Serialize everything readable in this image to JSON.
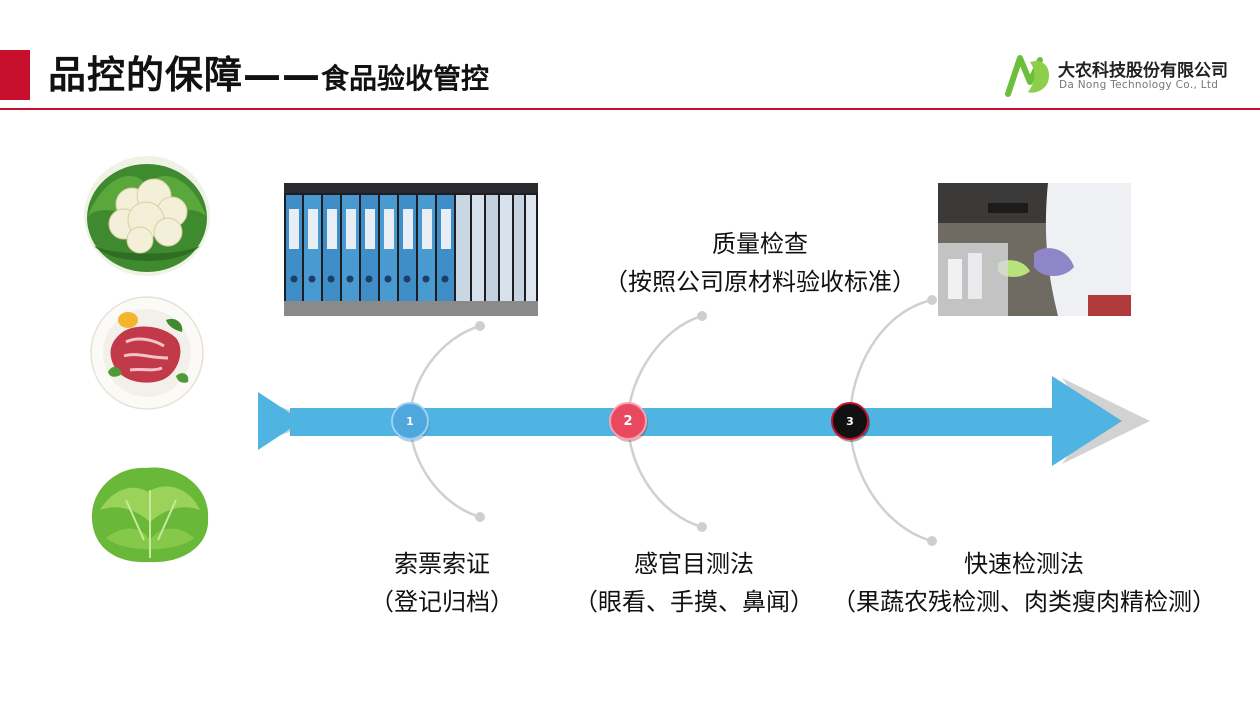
{
  "slide": {
    "title_main": "品控的保障——",
    "title_sub": "食品验收管控"
  },
  "logo": {
    "name": "大农科技股份有限公司",
    "english": "Da Nong Technology Co., Ltd"
  },
  "colors": {
    "accent_red": "#c8102e",
    "arrow_blue": "#4fb4e1",
    "node1": "#4fa8dd",
    "node2": "#e84860",
    "node3": "#111111"
  },
  "steps": [
    {
      "number": "1",
      "title": "索票索证",
      "detail": "（登记归档）"
    },
    {
      "number": "2",
      "title": "感官目测法",
      "detail": "（眼看、手摸、鼻闻）"
    },
    {
      "number": "3",
      "title": "快速检测法",
      "detail": "（果蔬农残检测、肉类瘦肉精检测）"
    }
  ],
  "quality_check": {
    "title": "质量检查",
    "detail": "（按照公司原材料验收标准）"
  },
  "photos": {
    "binders": "file-binders-photo",
    "testing": "lab-testing-photo"
  },
  "foods": [
    "cauliflower",
    "beef-steak",
    "lettuce"
  ]
}
